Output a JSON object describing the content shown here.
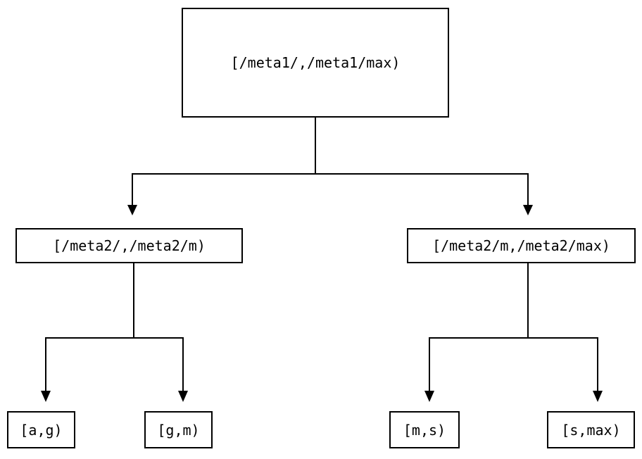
{
  "diagram": {
    "type": "tree",
    "title": "",
    "background_color": "#ffffff",
    "stroke_color": "#000000",
    "nodes": {
      "root": {
        "label": "[/meta1/,/meta1/max)"
      },
      "mid_left": {
        "label": "[/meta2/,/meta2/m)"
      },
      "mid_right": {
        "label": "[/meta2/m,/meta2/max)"
      },
      "leaf_1": {
        "label": "[a,g)"
      },
      "leaf_2": {
        "label": "[g,m)"
      },
      "leaf_3": {
        "label": "[m,s)"
      },
      "leaf_4": {
        "label": "[s,max)"
      }
    },
    "edges": [
      {
        "from": "root",
        "to": "mid_left",
        "arrow": "down"
      },
      {
        "from": "root",
        "to": "mid_right",
        "arrow": "down"
      },
      {
        "from": "mid_left",
        "to": "leaf_1",
        "arrow": "down"
      },
      {
        "from": "mid_left",
        "to": "leaf_2",
        "arrow": "down"
      },
      {
        "from": "mid_right",
        "to": "leaf_3",
        "arrow": "down"
      },
      {
        "from": "mid_right",
        "to": "leaf_4",
        "arrow": "down"
      }
    ]
  }
}
